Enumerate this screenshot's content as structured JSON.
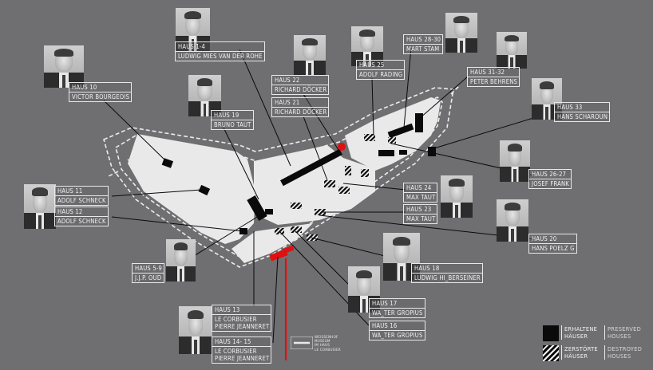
{
  "map": {
    "houses": [
      {
        "id": "h10",
        "lines": [
          "HAUS 10",
          "VICTOR BOURGEOIS"
        ]
      },
      {
        "id": "h1-4",
        "lines": [
          "HAUS 1-4",
          "LUDWIG MIES VAN DER ROHE"
        ]
      },
      {
        "id": "h19",
        "lines": [
          "HAUS 19",
          "BRUNO TAUT"
        ]
      },
      {
        "id": "h22",
        "lines": [
          "HAUS 22",
          "RICHARD DÖCKER"
        ]
      },
      {
        "id": "h21",
        "lines": [
          "HAUS 21",
          "RICHARD DÖCKER"
        ]
      },
      {
        "id": "h25",
        "lines": [
          "HAUS 25",
          "ADOLF RADING"
        ]
      },
      {
        "id": "h28-30",
        "lines": [
          "HAUS 28-30",
          "MART STAM"
        ]
      },
      {
        "id": "h31-32",
        "lines": [
          "HAUS 31-32",
          "PETER BEHRENS"
        ]
      },
      {
        "id": "h33",
        "lines": [
          "HAUS 33",
          "HANS SCHAROUN"
        ]
      },
      {
        "id": "h26-27",
        "lines": [
          "HAUS 26-27",
          "JOSEF FRANK"
        ]
      },
      {
        "id": "h24",
        "lines": [
          "HAUS 24",
          "MAX TAUT"
        ]
      },
      {
        "id": "h23",
        "lines": [
          "HAUS 23",
          "MAX TAUT"
        ]
      },
      {
        "id": "h20",
        "lines": [
          "HAUS 20",
          "HANS POELZ G"
        ]
      },
      {
        "id": "h11",
        "lines": [
          "HAUS 11",
          "ADOLF SCHNECK"
        ]
      },
      {
        "id": "h12",
        "lines": [
          "HAUS 12",
          "ADOLF SCHNECK"
        ]
      },
      {
        "id": "h5-9",
        "lines": [
          "HAUS 5-9",
          "J.J.P. OUD"
        ]
      },
      {
        "id": "h18",
        "lines": [
          "HAUS 18",
          "LUDWIG HI_BERSEINER"
        ]
      },
      {
        "id": "h17",
        "lines": [
          "HAUS 17",
          "WA_TER GROPIUS"
        ]
      },
      {
        "id": "h16",
        "lines": [
          "HAUS 16",
          "WA_TER GROPIUS"
        ]
      },
      {
        "id": "h13",
        "lines": [
          "HAUS 13",
          "LE CORBUSIER",
          "PIERRE JEANNERET"
        ]
      },
      {
        "id": "h14-15",
        "lines": [
          "HAUS 14- 15",
          "LE CORBUSIER",
          "PIERRE JEANNERET"
        ]
      }
    ],
    "museum": [
      "WEISSENHOF",
      "MUSEUM",
      "IM HAUS",
      "LE CORBUSIER"
    ]
  },
  "legend": {
    "preserved_de": "ERHALTENE HÄUSER",
    "preserved_en": "PRESERVED HOUSES",
    "destroyed_de": "ZERSTÖRTE HÄUSER",
    "destroyed_en": "DESTROYED HOUSES"
  },
  "colors": {
    "background": "#6f6f72",
    "land": "#e9e9e9",
    "building": "#0a0a0a",
    "highlight": "#e01010"
  },
  "icons": [
    "portrait-photo",
    "museum-path-icon",
    "red-location-dot"
  ]
}
